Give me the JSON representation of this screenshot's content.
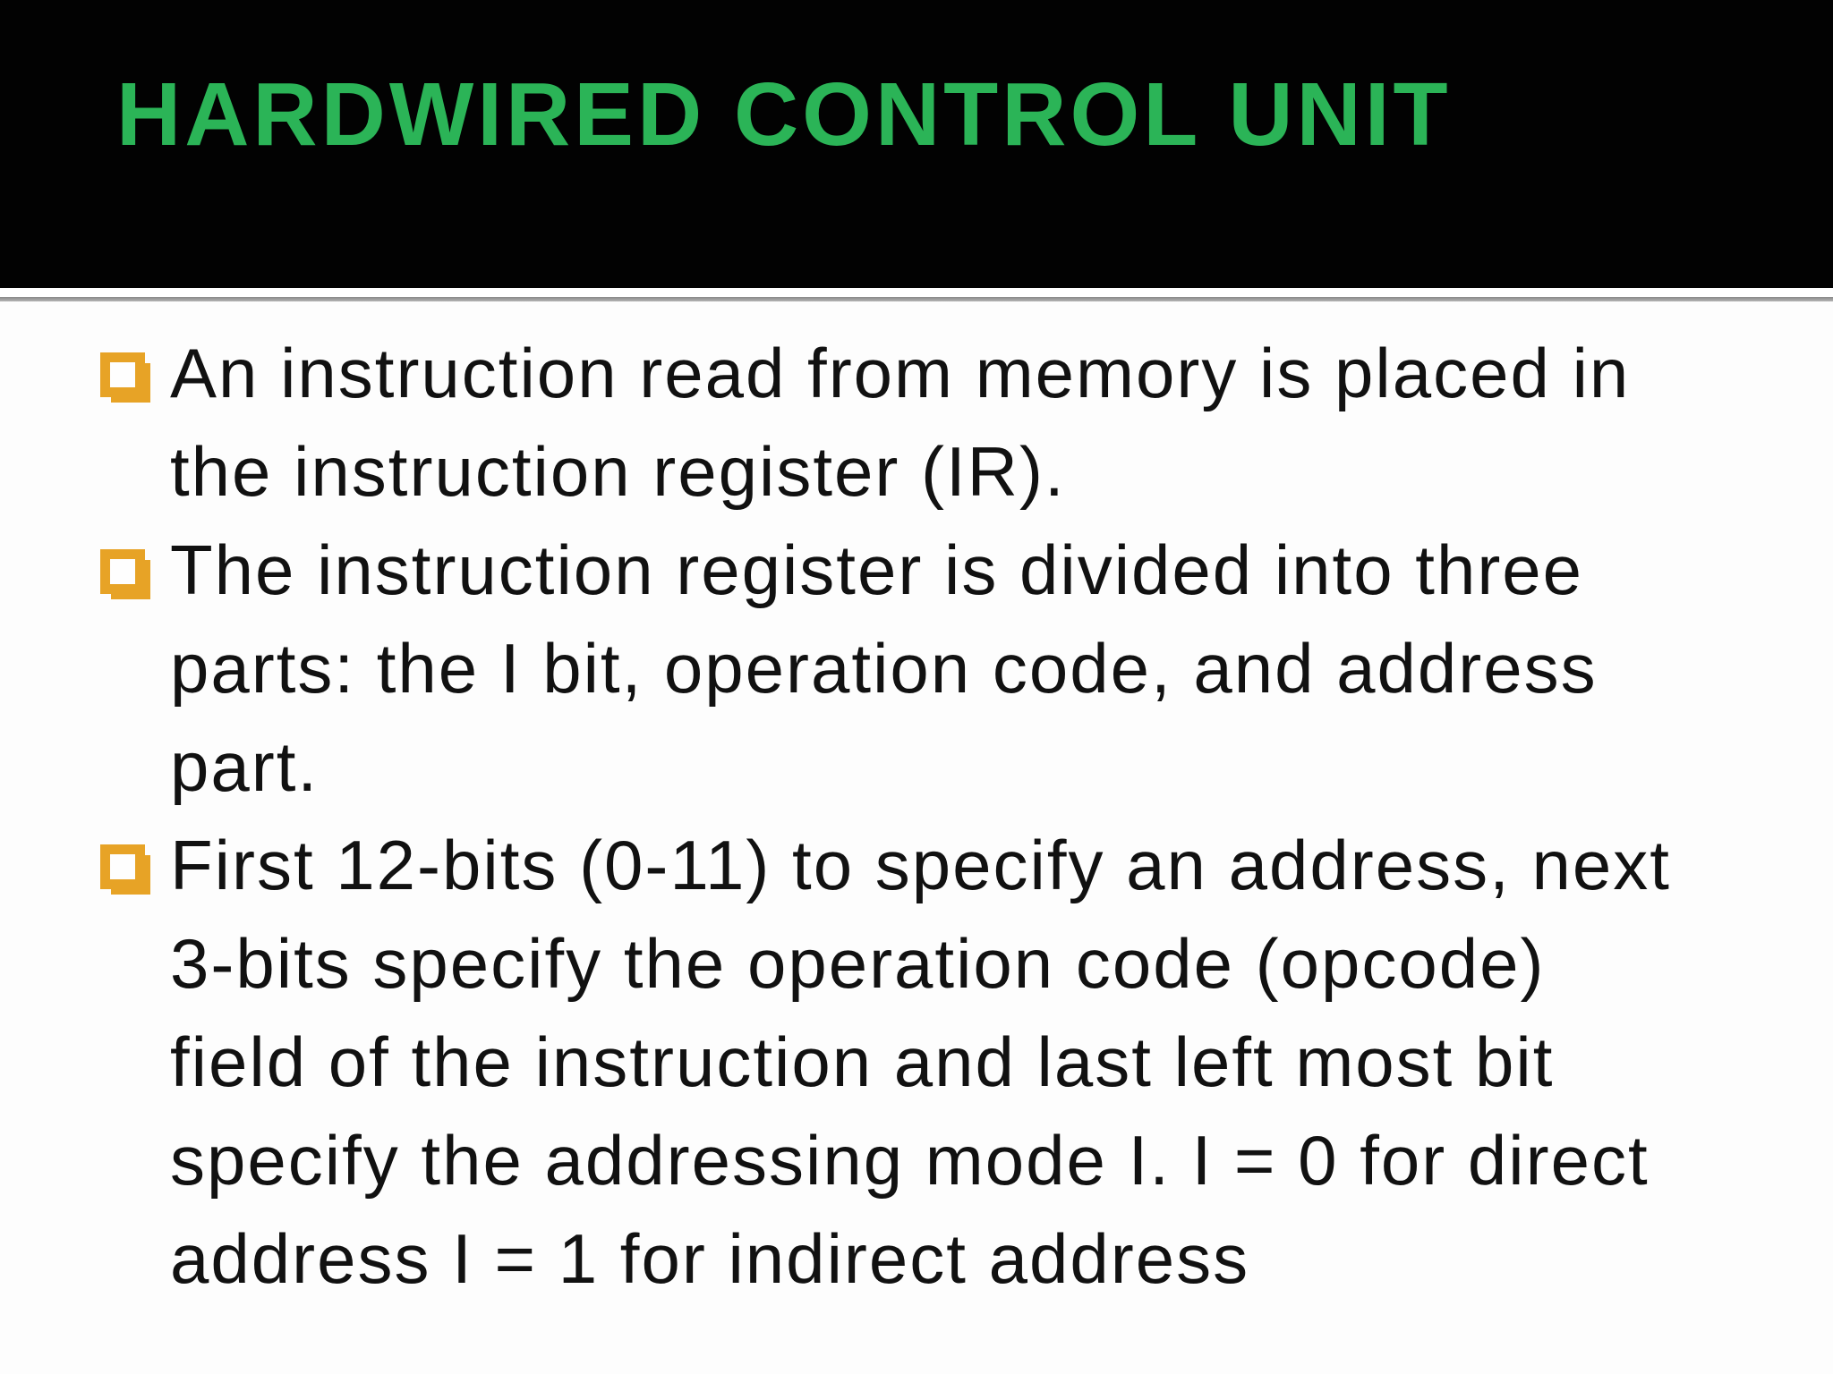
{
  "slide": {
    "title": "HARDWIRED CONTROL UNIT",
    "colors": {
      "header_background": "#000000",
      "title_text": "#2BB457",
      "bullet_square": "#E7A326",
      "body_text": "#111111",
      "separator_line": "#9A9A9A",
      "body_background": "#FDFDFD"
    },
    "bullets": [
      {
        "lines": [
          "An instruction read from memory is placed in",
          "the instruction register (IR)."
        ]
      },
      {
        "lines": [
          "The instruction register is divided into three",
          "parts: the I bit, operation code, and address",
          "part."
        ]
      },
      {
        "lines": [
          "First 12-bits (0-11) to specify an address, next",
          "3-bits specify the operation code (opcode)",
          "field of the instruction and last left most bit",
          "specify the addressing mode I. I = 0 for direct",
          "address I = 1 for indirect address"
        ]
      }
    ]
  }
}
